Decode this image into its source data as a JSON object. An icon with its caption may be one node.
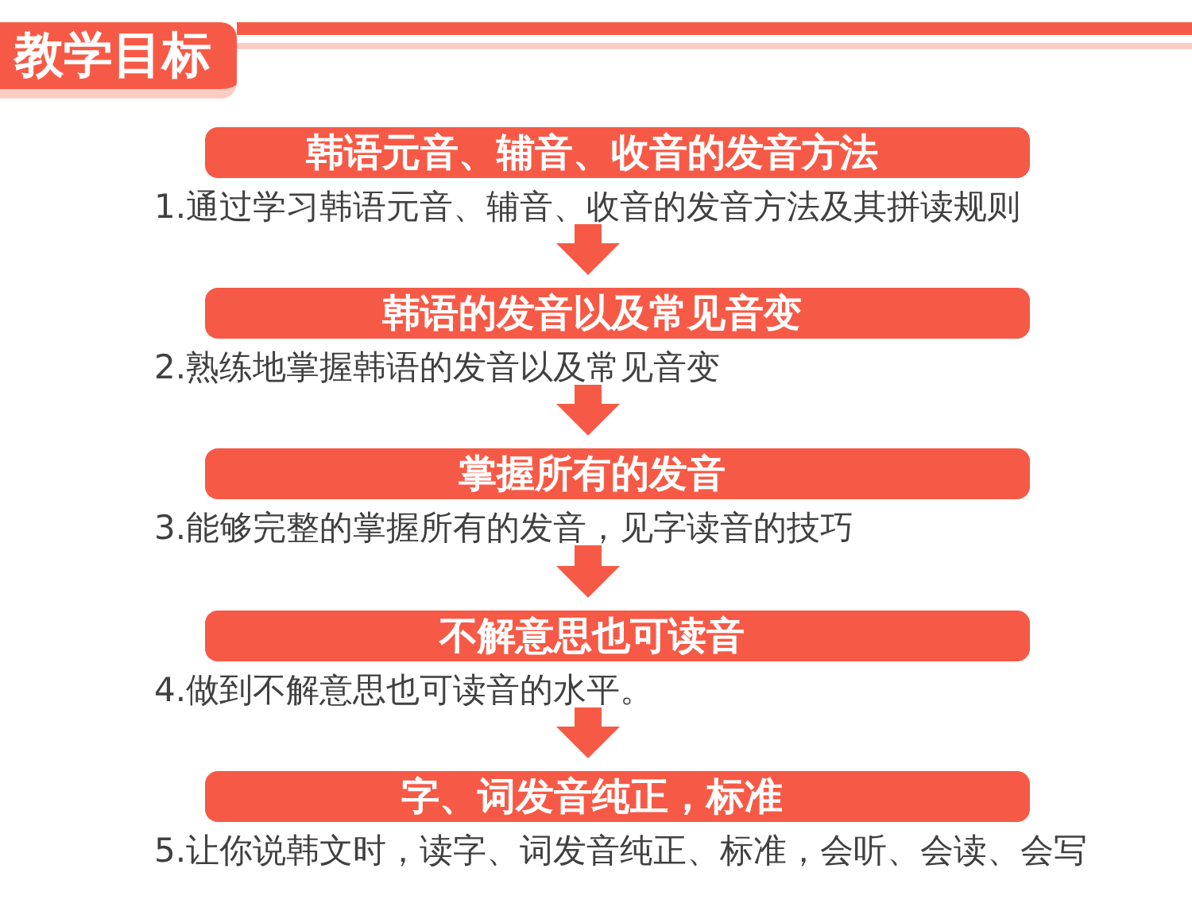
{
  "diagram": {
    "title": "教学目标",
    "nodes": [
      {
        "text": [
          "韩语元音、辅音、收音的发音方法"
        ],
        "beside": [
          "1.通过学习韩语元音、辅音、收音的发音方法及其拼读规则"
        ]
      },
      {
        "text": [
          "韩语的发音以及常见音变"
        ],
        "beside": [
          "2.熟练地掌握韩语的发音以及常见音变"
        ]
      },
      {
        "text": [
          "掌握所有的发音"
        ],
        "beside": [
          "3.能够完整的掌握所有的发音，见字读音的技巧"
        ]
      },
      {
        "text": [
          "不解意思也可读音"
        ],
        "beside": [
          "4.做到不解意思也可读音的水平。"
        ]
      },
      {
        "text": [
          "字、词发音纯正，标准"
        ],
        "beside": [
          "5.让你说韩文时，读字、词发音纯正、标准，会听、会读、会写"
        ]
      }
    ],
    "edges": [
      {
        "from": 0,
        "to": 1,
        "arrow": "to"
      },
      {
        "from": 1,
        "to": 2,
        "arrow": "to"
      },
      {
        "from": 2,
        "to": 3,
        "arrow": "to"
      },
      {
        "from": 3,
        "to": 4,
        "arrow": "to"
      }
    ]
  }
}
